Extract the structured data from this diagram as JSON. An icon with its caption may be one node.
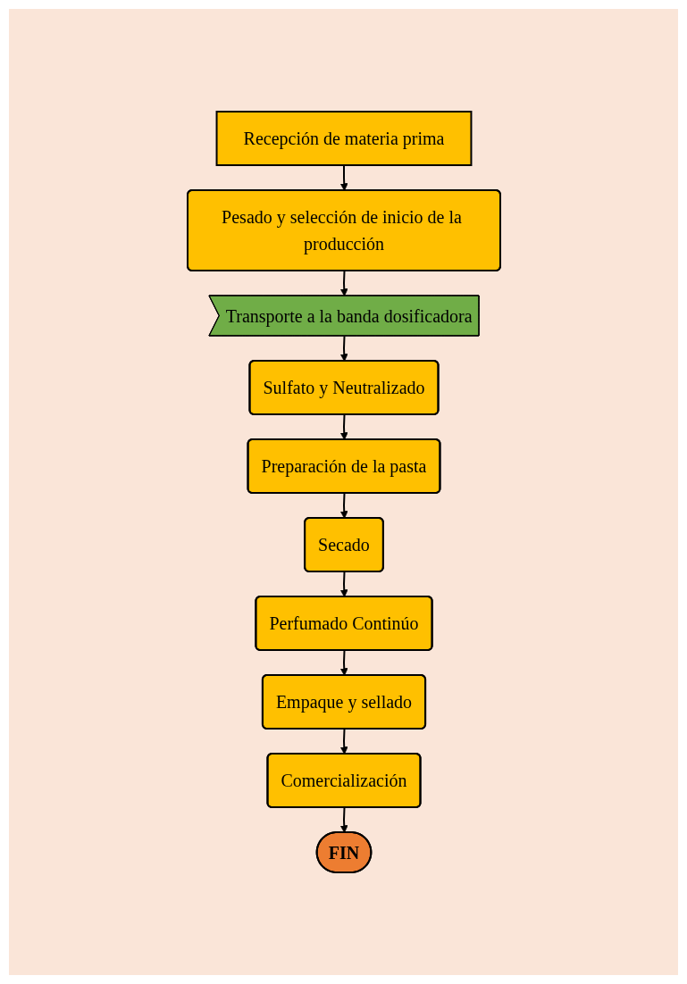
{
  "diagram": {
    "nodes": [
      {
        "text": [
          "Recepción de materia prima"
        ]
      },
      {
        "text": [
          "Pesado y selección de inicio de la producción"
        ]
      },
      {
        "text": [
          "Transporte a la banda dosificadora"
        ]
      },
      {
        "text": [
          "Sulfato y Neutralizado"
        ]
      },
      {
        "text": [
          "Preparación de la pasta"
        ]
      },
      {
        "text": [
          "Secado"
        ]
      },
      {
        "text": [
          "Perfumado Continúo"
        ]
      },
      {
        "text": [
          "Empaque y sellado"
        ]
      },
      {
        "text": [
          "Comercialización"
        ]
      },
      {
        "text": [
          "FIN"
        ]
      }
    ],
    "edges": [
      {
        "from": 0,
        "to": 1,
        "arrow": "to"
      },
      {
        "from": 1,
        "to": 2,
        "arrow": "to"
      },
      {
        "from": 2,
        "to": 3,
        "arrow": "to"
      },
      {
        "from": 3,
        "to": 4,
        "arrow": "to"
      },
      {
        "from": 4,
        "to": 5,
        "arrow": "to"
      },
      {
        "from": 5,
        "to": 6,
        "arrow": "to"
      },
      {
        "from": 6,
        "to": 7,
        "arrow": "to"
      },
      {
        "from": 7,
        "to": 8,
        "arrow": "to"
      },
      {
        "from": 8,
        "to": 9,
        "arrow": "to"
      }
    ]
  }
}
